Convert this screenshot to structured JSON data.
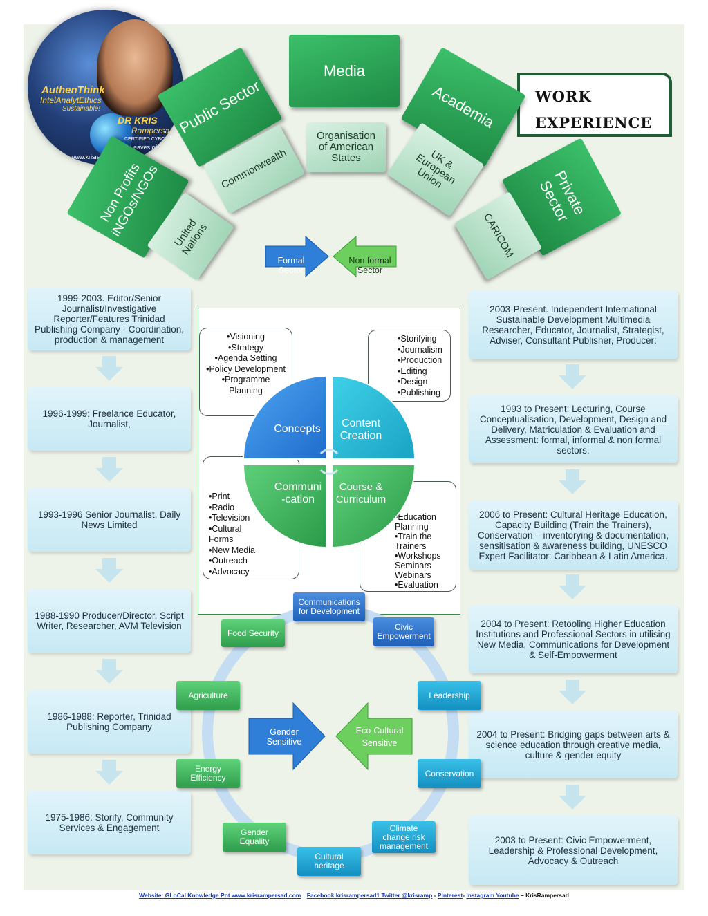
{
  "title": {
    "line1": "WORK",
    "line2": "EXPERIENCE"
  },
  "logo": {
    "line1": "AuthenThink",
    "line2": "IntelAnalytEthics",
    "line3": "Sustainable!",
    "name1": "DR KRIS",
    "name2": "Rampersad",
    "sub": "CERTIFIED CYBORG",
    "leaves": "Leaves of",
    "web": "www.krisrampe..."
  },
  "sectors": {
    "media": "Media",
    "public": "Public Sector",
    "academia": "Academia",
    "private": "Private Sector",
    "nonprofits1": "Non Profits",
    "nonprofits2": "iNGOs/NGOs",
    "commonwealth": "Commonwealth",
    "oas1": "Organisation",
    "oas2": "of American",
    "oas3": "States",
    "eu1": "UK &",
    "eu2": "European",
    "eu3": "Union",
    "un1": "United",
    "un2": "Nations",
    "caricom": "CARICOM"
  },
  "flow_arrows": {
    "formal1": "Formal",
    "formal2": "Sector",
    "nonformal1": "Non formal",
    "nonformal2": "Sector",
    "gender1": "Gender",
    "gender2": "Sensitive",
    "eco1": "Eco-Cultural",
    "eco2": "Sensitive"
  },
  "left_history": [
    "1999-2003. Editor/Senior Journalist/Investigative Reporter/Features Trinidad Publishing Company - Coordination, production & management",
    "1996-1999: Freelance Educator, Journalist,",
    "1993-1996 Senior Journalist, Daily News Limited",
    "1988-1990 Producer/Director, Script Writer, Researcher, AVM Television",
    "1986-1988: Reporter, Trinidad Publishing Company",
    "1975-1986: Storify, Community Services & Engagement"
  ],
  "right_history": [
    "2003-Present. Independent International Sustainable Development Multimedia Researcher, Educator, Journalist, Strategist, Adviser, Consultant Publisher, Producer:",
    "1993 to Present: Lecturing, Course Conceptualisation, Development, Design and Delivery, Matriculation & Evaluation and Assessment: formal, informal & non formal sectors.",
    "2006 to Present: Cultural Heritage Education, Capacity Building (Train the Trainers), Conservation – inventorying & documentation, sensitisation & awareness building, UNESCO Expert Facilitator: Caribbean & Latin America.",
    "2004 to Present: Retooling Higher Education Institutions and Professional Sectors in utilising New Media, Communications for Development & Self-Empowerment",
    "2004 to Present: Bridging gaps between arts & science education through creative media, culture & gender equity",
    "2003 to Present: Civic Empowerment, Leadership & Professional Development, Advocacy & Outreach"
  ],
  "quadrants": {
    "concepts": "Concepts",
    "content1": "Content",
    "content2": "Creation",
    "comm1": "Communi",
    "comm2": "-cation",
    "course1": "Course &",
    "course2": "Curriculum"
  },
  "lists": {
    "concepts": [
      "Visioning",
      "Strategy",
      "Agenda Setting",
      "Policy Development",
      "Programme Planning"
    ],
    "content": [
      "Storifying",
      "Journalism",
      "Production",
      "Editing",
      "Design",
      "Publishing"
    ],
    "communication": [
      "Print",
      "Radio",
      "Television",
      "Cultural Forms",
      "New Media",
      "Outreach",
      "Advocacy"
    ],
    "course": [
      "Education Planning",
      "Train the Trainers",
      "Workshops Seminars Webinars",
      "Evaluation"
    ]
  },
  "cycle": {
    "c4d": "Communications for Development",
    "food": "Food Security",
    "civic": "Civic Empowerment",
    "agriculture": "Agriculture",
    "leadership": "Leadership",
    "energy": "Energy Efficiency",
    "conservation": "Conservation",
    "gender": "Gender Equality",
    "climate": "Climate change risk management",
    "heritage": "Cultural heritage"
  },
  "footer": {
    "website": "Website: GLoCal Knowledge Pot www.krisrampersad.com",
    "facebook": "Facebook krisrampersad1 Twitter @krisramp",
    "sep1": " - ",
    "pinterest": "Pinterest",
    "sep2": "- ",
    "instagram": "Instagram Youtube",
    "sep3": " – ",
    "handle": "KrisRampersad"
  },
  "colors": {
    "dark_green": "#1e8a45",
    "light_green": "#a8d8bb",
    "history_blue": "#cdebf6",
    "quad_blue": "#2e8ee6",
    "quad_teal": "#2bbcd9",
    "quad_green": "#3cb55c",
    "cycle_ring": "#b9d6f0",
    "title_border": "#1f5d36"
  }
}
